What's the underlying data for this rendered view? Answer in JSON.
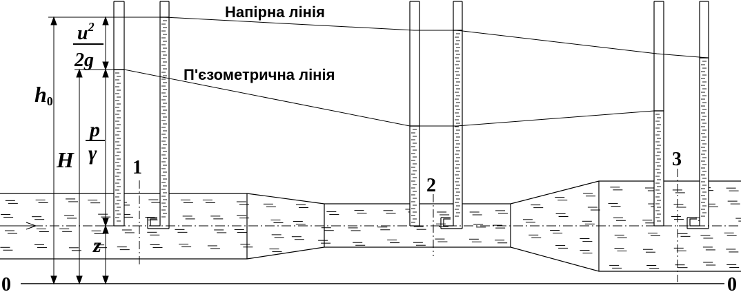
{
  "labels": {
    "head_line": "Напірна лінія",
    "piezo_line": "П'єзометрична лінія",
    "section_1": "1",
    "section_2": "2",
    "section_3": "3",
    "datum_left": "0",
    "datum_right": "0"
  },
  "symbols": {
    "h0_main": "h",
    "h0_sub": "0",
    "H": "H",
    "z": "z",
    "u2_top": "u",
    "u2_sup": "2",
    "u2_bottom": "2g",
    "p_top": "p",
    "gamma_bottom": "γ"
  },
  "colors": {
    "ink": "#000000",
    "paper": "#ffffff"
  }
}
